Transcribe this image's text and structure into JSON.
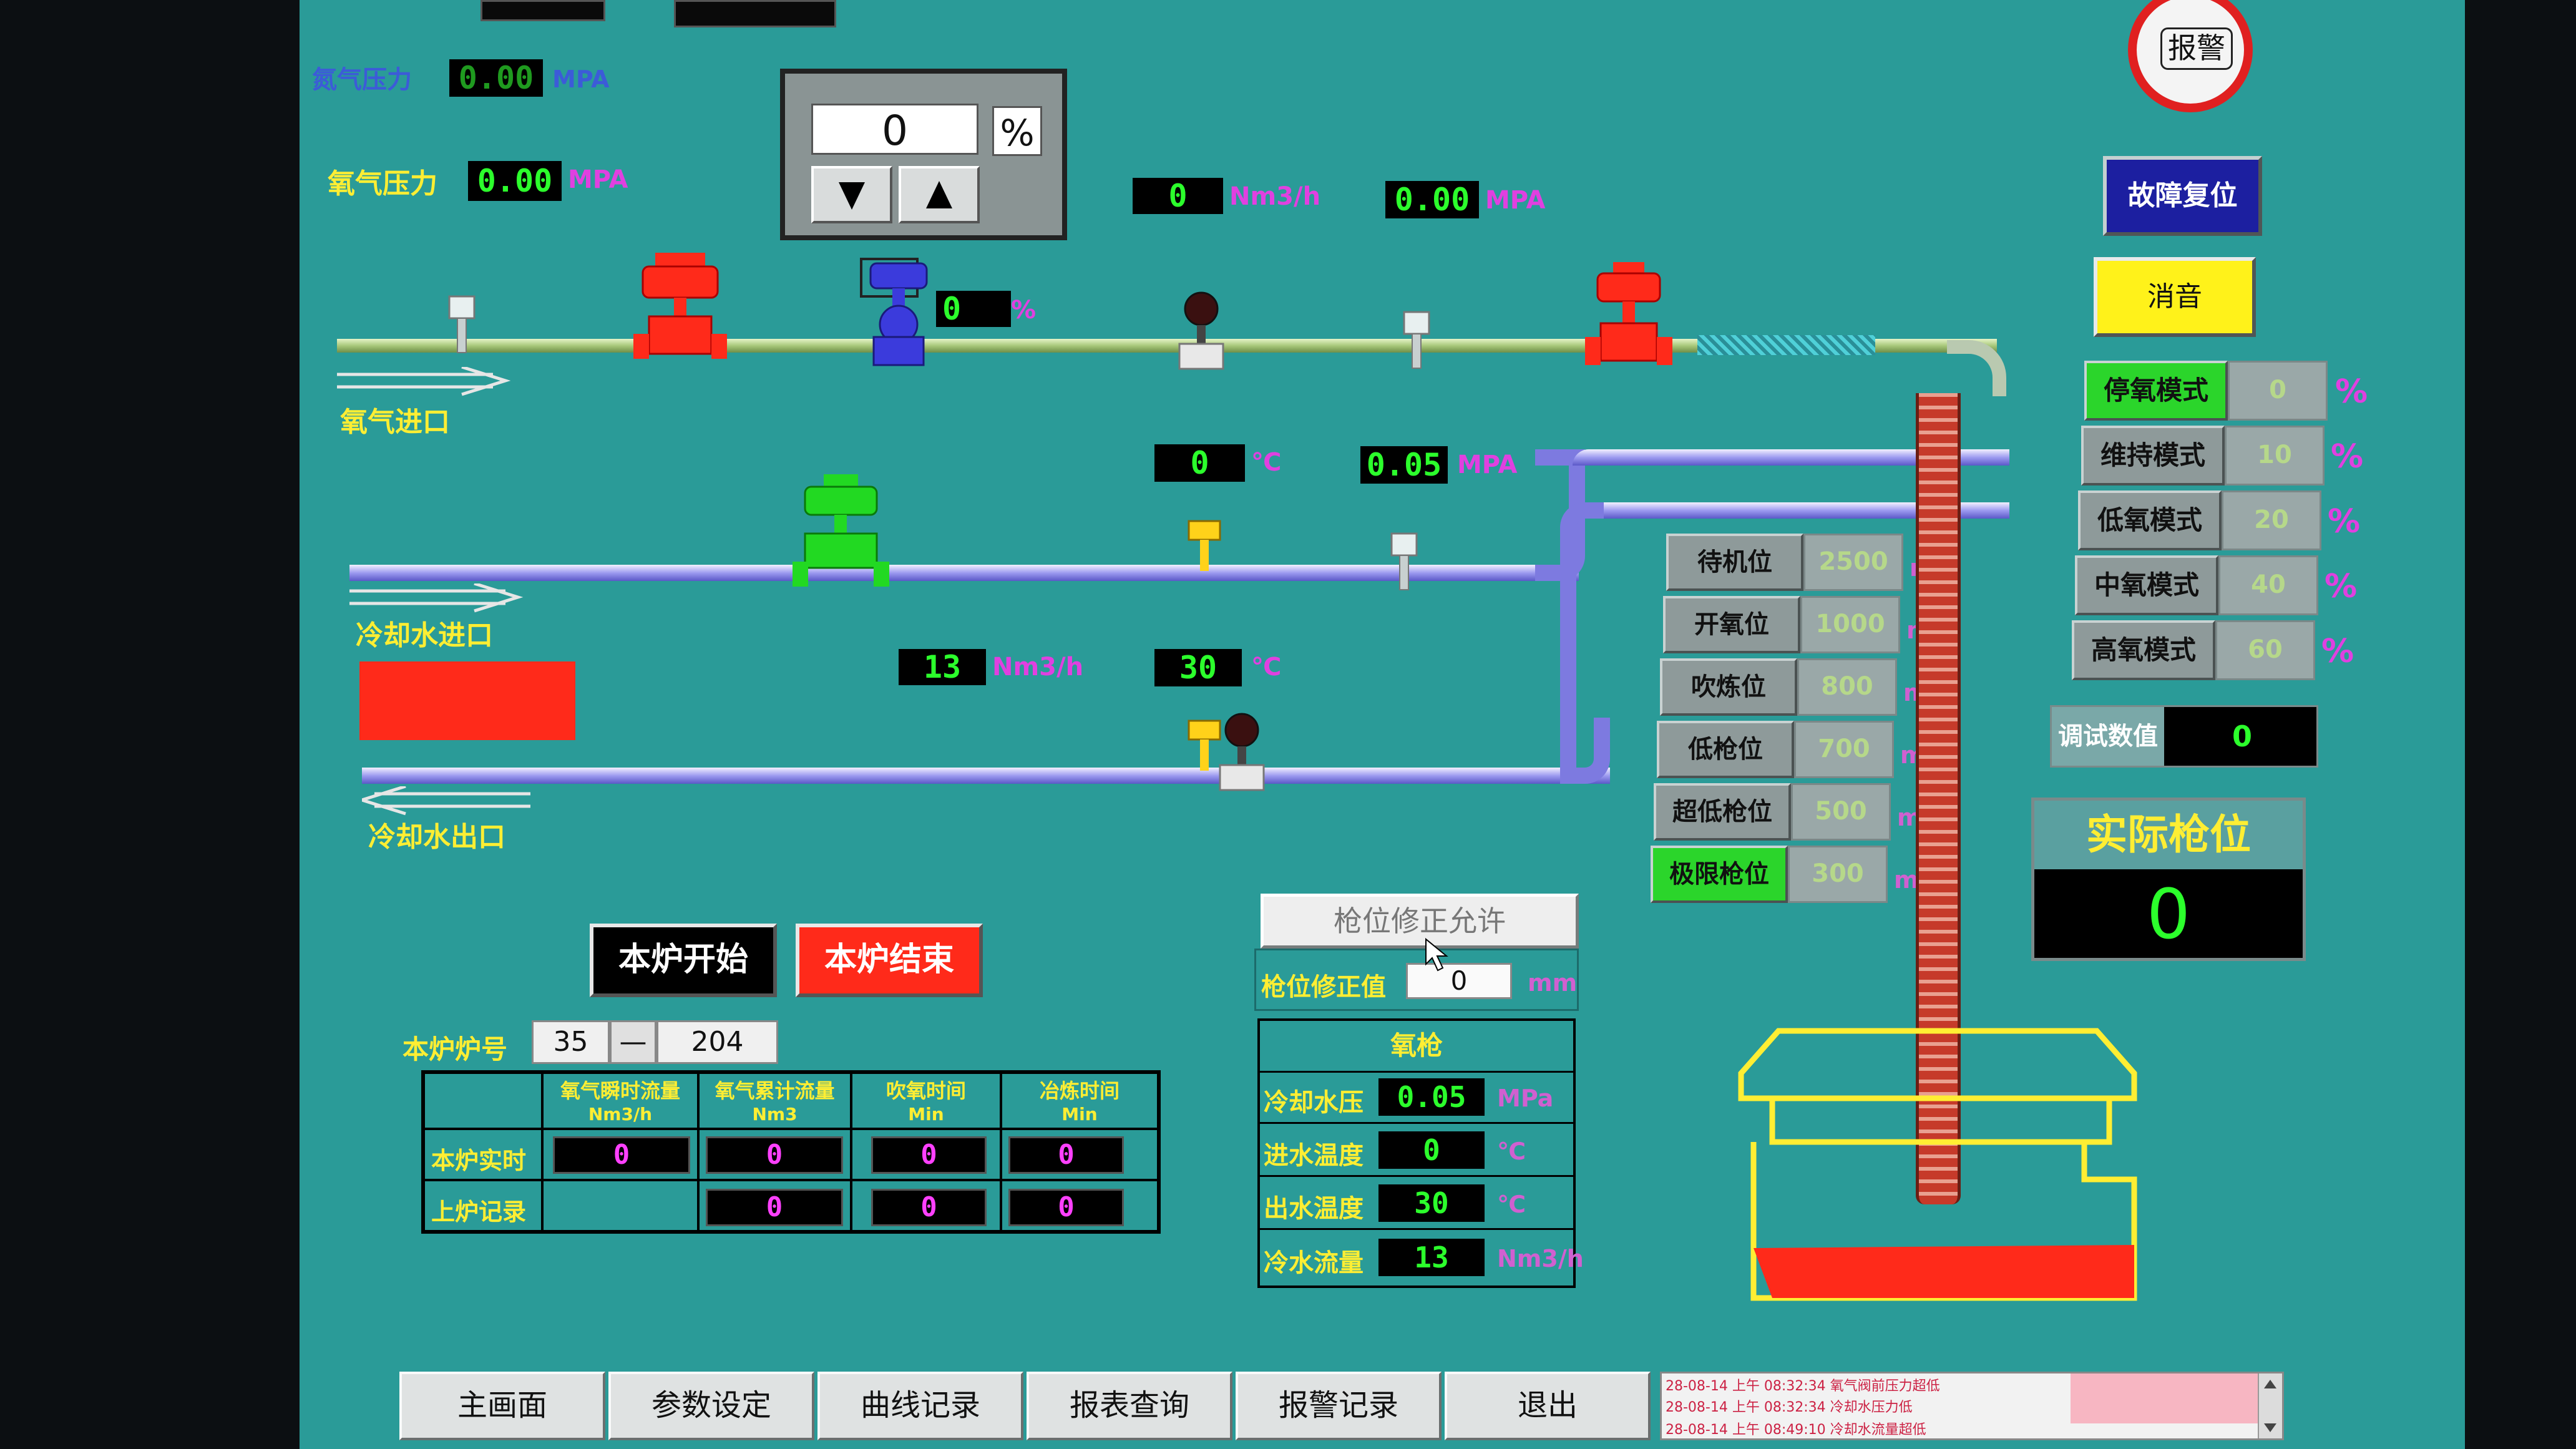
{
  "header": {
    "nitrogen_pressure": {
      "label": "氮气压力",
      "value": "0.00",
      "unit": "MPA"
    },
    "oxygen_pressure": {
      "label": "氧气压力",
      "value": "0.00",
      "unit": "MPA"
    }
  },
  "valve_control": {
    "value": "0",
    "unit": "%"
  },
  "oxygen_line": {
    "flow_value": "0",
    "flow_unit": "Nm3/h",
    "pressure_value": "0.00",
    "pressure_unit": "MPA",
    "valve_open": "0",
    "valve_unit": "%",
    "inlet_label": "氧气进口"
  },
  "water_in_line": {
    "temp_value": "0",
    "temp_unit": "℃",
    "pressure_value": "0.05",
    "pressure_unit": "MPA",
    "inlet_label": "冷却水进口"
  },
  "water_out_line": {
    "flow_value": "13",
    "flow_unit": "Nm3/h",
    "temp_value": "30",
    "temp_unit": "℃",
    "outlet_label": "冷却水出口"
  },
  "right_panel": {
    "alarm": "报警",
    "fault_reset": "故障复位",
    "silence": "消音",
    "modes": [
      {
        "label": "停氧模式",
        "value": "0",
        "unit": "%"
      },
      {
        "label": "维持模式",
        "value": "10",
        "unit": "%"
      },
      {
        "label": "低氧模式",
        "value": "20",
        "unit": "%"
      },
      {
        "label": "中氧模式",
        "value": "40",
        "unit": "%"
      },
      {
        "label": "高氧模式",
        "value": "60",
        "unit": "%"
      }
    ],
    "debug": {
      "label": "调试数值",
      "value": "0"
    },
    "actual_lance": {
      "label": "实际枪位",
      "value": "0"
    }
  },
  "positions": [
    {
      "label": "待机位",
      "value": "2500",
      "unit": "mm"
    },
    {
      "label": "开氧位",
      "value": "1000",
      "unit": "mm"
    },
    {
      "label": "吹炼位",
      "value": "800",
      "unit": "mm"
    },
    {
      "label": "低枪位",
      "value": "700",
      "unit": "mm"
    },
    {
      "label": "超低枪位",
      "value": "500",
      "unit": "mm"
    },
    {
      "label": "极限枪位",
      "value": "300",
      "unit": "mm"
    }
  ],
  "lance_correction": {
    "button": "枪位修正允许",
    "label": "枪位修正值",
    "value": "0",
    "unit": "mm"
  },
  "furnace_buttons": {
    "start": "本炉开始",
    "end": "本炉结束"
  },
  "furnace_number": {
    "label": "本炉炉号",
    "part1": "35",
    "sep": "—",
    "part2": "204"
  },
  "stats_table": {
    "headers": [
      {
        "title": "氧气瞬时流量",
        "unit": "Nm3/h"
      },
      {
        "title": "氧气累计流量",
        "unit": "Nm3"
      },
      {
        "title": "吹氧时间",
        "unit": "Min"
      },
      {
        "title": "冶炼时间",
        "unit": "Min"
      }
    ],
    "rows": [
      {
        "label": "本炉实时",
        "values": [
          "0",
          "0",
          "0",
          "0"
        ]
      },
      {
        "label": "上炉记录",
        "values": [
          "",
          "0",
          "0",
          "0"
        ]
      }
    ]
  },
  "lance_table": {
    "title": "氧枪",
    "rows": [
      {
        "label": "冷却水压",
        "value": "0.05",
        "unit": "MPa"
      },
      {
        "label": "进水温度",
        "value": "0",
        "unit": "℃"
      },
      {
        "label": "出水温度",
        "value": "30",
        "unit": "℃"
      },
      {
        "label": "冷水流量",
        "value": "13",
        "unit": "Nm3/h"
      }
    ]
  },
  "nav": [
    "主画面",
    "参数设定",
    "曲线记录",
    "报表查询",
    "报警记录",
    "退出"
  ],
  "alarm_log": [
    "28-08-14  上午 08:32:34  氧气阀前压力超低",
    "28-08-14  上午 08:32:34  冷却水压力低",
    "28-08-14  上午 08:49:10  冷却水流量超低"
  ],
  "colors": {
    "background": "#2a9b98",
    "alarm_red": "#ff2a1a",
    "label_yellow": "#ffee33",
    "value_green": "#2cff2c",
    "magenta": "#e040e0"
  }
}
